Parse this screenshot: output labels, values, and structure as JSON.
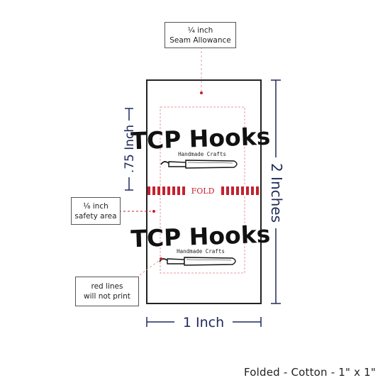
{
  "callouts": {
    "seam_line1": "¼ inch",
    "seam_line2": "Seam Allowance",
    "safety_line1": "⅛ inch",
    "safety_line2": "safety area",
    "red_line1": "red lines",
    "red_line2": "will not print"
  },
  "dimensions": {
    "height_label": "2 Inches",
    "half_label": ".75 Inch",
    "width_label": "1 Inch"
  },
  "label": {
    "brand": "TCP Hooks",
    "tagline": "Handmade Crafts",
    "fold": "FOLD"
  },
  "footer": "Folded - Cotton - 1\" x 1\"",
  "colors": {
    "navy": "#1f2a5a",
    "red": "#c4212f",
    "pink": "#e79aa0",
    "outline": "#222222"
  }
}
